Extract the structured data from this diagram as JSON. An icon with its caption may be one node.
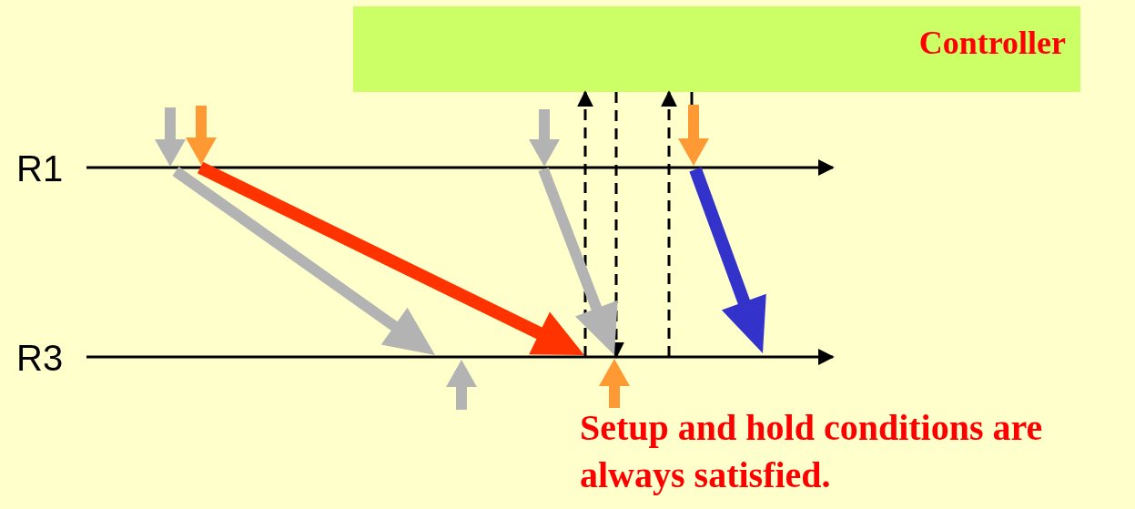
{
  "diagram": {
    "nodes": [
      {
        "text": [
          "Controller"
        ]
      },
      {
        "text": [
          "R1"
        ]
      },
      {
        "text": [
          "R3"
        ]
      }
    ],
    "edges": [
      {
        "from": 1,
        "to": null,
        "arrow": "to"
      },
      {
        "from": 2,
        "to": null,
        "arrow": "to"
      },
      {
        "from": null,
        "to": 0,
        "arrow": "to",
        "style": "dashed"
      },
      {
        "from": 0,
        "to": null,
        "arrow": "to",
        "style": "dashed"
      },
      {
        "from": null,
        "to": 0,
        "arrow": "to",
        "style": "dashed"
      }
    ],
    "labels": [
      "Setup and hold conditions are always satisfied."
    ]
  }
}
